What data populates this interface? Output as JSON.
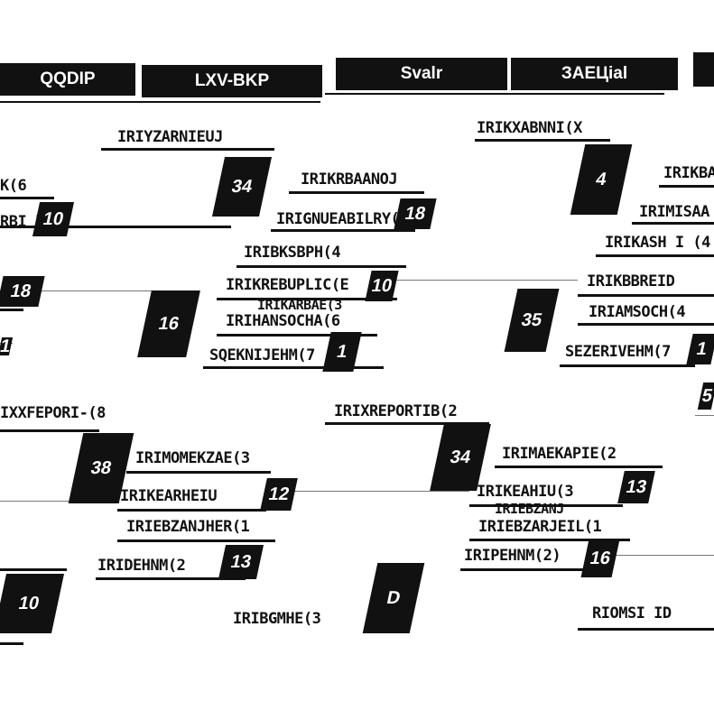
{
  "rounds": [
    "QQDIP",
    "LXV-BKP",
    "Svalr",
    "ЗАЕЦial"
  ],
  "slots": [
    {
      "label": "IRIYZARNIEUJ"
    },
    {
      "label": "IRIKXABNNI(X"
    },
    {
      "label": "IRIKRBAANOJ"
    },
    {
      "label": "IRIKBASS"
    },
    {
      "label": "K(6"
    },
    {
      "label": "RBI I(S"
    },
    {
      "label": "IRIGNUEABILRY(2"
    },
    {
      "label": "IRIMISAA"
    },
    {
      "label": "IRIBKSBPH(4"
    },
    {
      "label": "IRIKASH I (4"
    },
    {
      "label": "IRIKREBUPLIC(E"
    },
    {
      "label": "IRIKBBREID"
    },
    {
      "label": "IRIKARBAE(3"
    },
    {
      "label": "IRIAMSOCH(4"
    },
    {
      "label": "IRIHANSOCHA(6"
    },
    {
      "label": "SQEKNIJEHM(7"
    },
    {
      "label": "SEZERIVEHM(7"
    },
    {
      "label": "IRIXREPORTIB(2"
    },
    {
      "label": "IXXFEPORI-(8"
    },
    {
      "label": "IRIMAEKAPIE(2"
    },
    {
      "label": "IRIMOMEKZAE(3"
    },
    {
      "label": "IRIKEAHIU(3"
    },
    {
      "label": "IRIKEARHEIU"
    },
    {
      "label": "IRIEBZANJ"
    },
    {
      "label": "IRIEBZANJHER(1"
    },
    {
      "label": "IRIEBZARJEIL(1"
    },
    {
      "label": "IRIDEHNM(2"
    },
    {
      "label": "IRIPEHNM(2)"
    },
    {
      "label": "IRIBGMHE(3"
    },
    {
      "label": "RIOMSI ID"
    }
  ],
  "badges": [
    "34",
    "18",
    "10",
    "18",
    "4",
    "10",
    "16",
    "35",
    "1",
    "1",
    "5",
    "38",
    "34",
    "12",
    "13",
    "16",
    "13",
    "10",
    "1",
    "D"
  ]
}
